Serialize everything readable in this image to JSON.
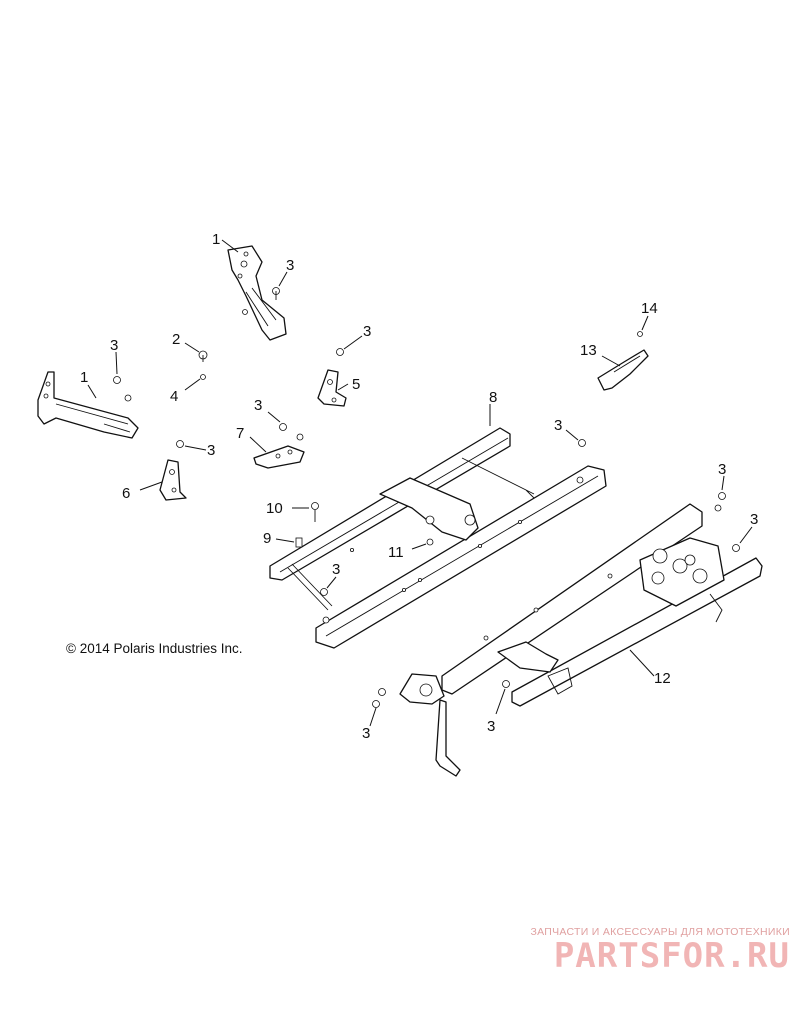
{
  "diagram": {
    "callouts": {
      "c1a": "1",
      "c3a": "3",
      "c3b": "3",
      "c2": "2",
      "c4": "4",
      "c1b": "1",
      "c3c": "3",
      "c5": "5",
      "c3d": "3",
      "c7": "7",
      "c3e": "3",
      "c6": "6",
      "c8": "8",
      "c14": "14",
      "c13": "13",
      "c3f": "3",
      "c3g": "3",
      "c3h": "3",
      "c10": "10",
      "c9": "9",
      "c11": "11",
      "c3i": "3",
      "c12": "12",
      "c3j": "3",
      "c3k": "3"
    },
    "copyright": "© 2014 Polaris Industries Inc."
  },
  "watermark": {
    "tagline": "ЗАПЧАСТИ И АКСЕССУАРЫ ДЛЯ МОТОТЕХНИКИ",
    "logo": "PARTSFOR.RU",
    "color": "#f1b5b5"
  }
}
